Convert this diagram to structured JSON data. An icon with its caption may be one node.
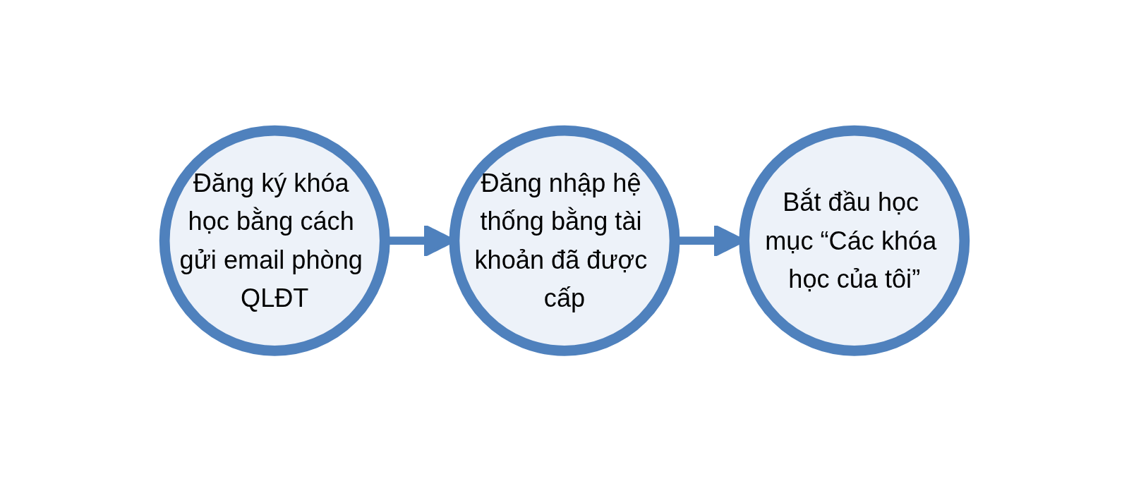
{
  "diagram": {
    "nodes": [
      {
        "text": [
          "Đăng ký khóa học bằng cách gửi email phòng QLĐT"
        ]
      },
      {
        "text": [
          "Đăng nhập hệ thống bằng tài khoản đã được cấp"
        ]
      },
      {
        "text": [
          "Bắt đầu học mục “Các khóa học của tôi”"
        ]
      }
    ],
    "edges": [
      {
        "from": 0,
        "to": 1,
        "arrow": "to"
      },
      {
        "from": 1,
        "to": 2,
        "arrow": "to"
      }
    ]
  }
}
